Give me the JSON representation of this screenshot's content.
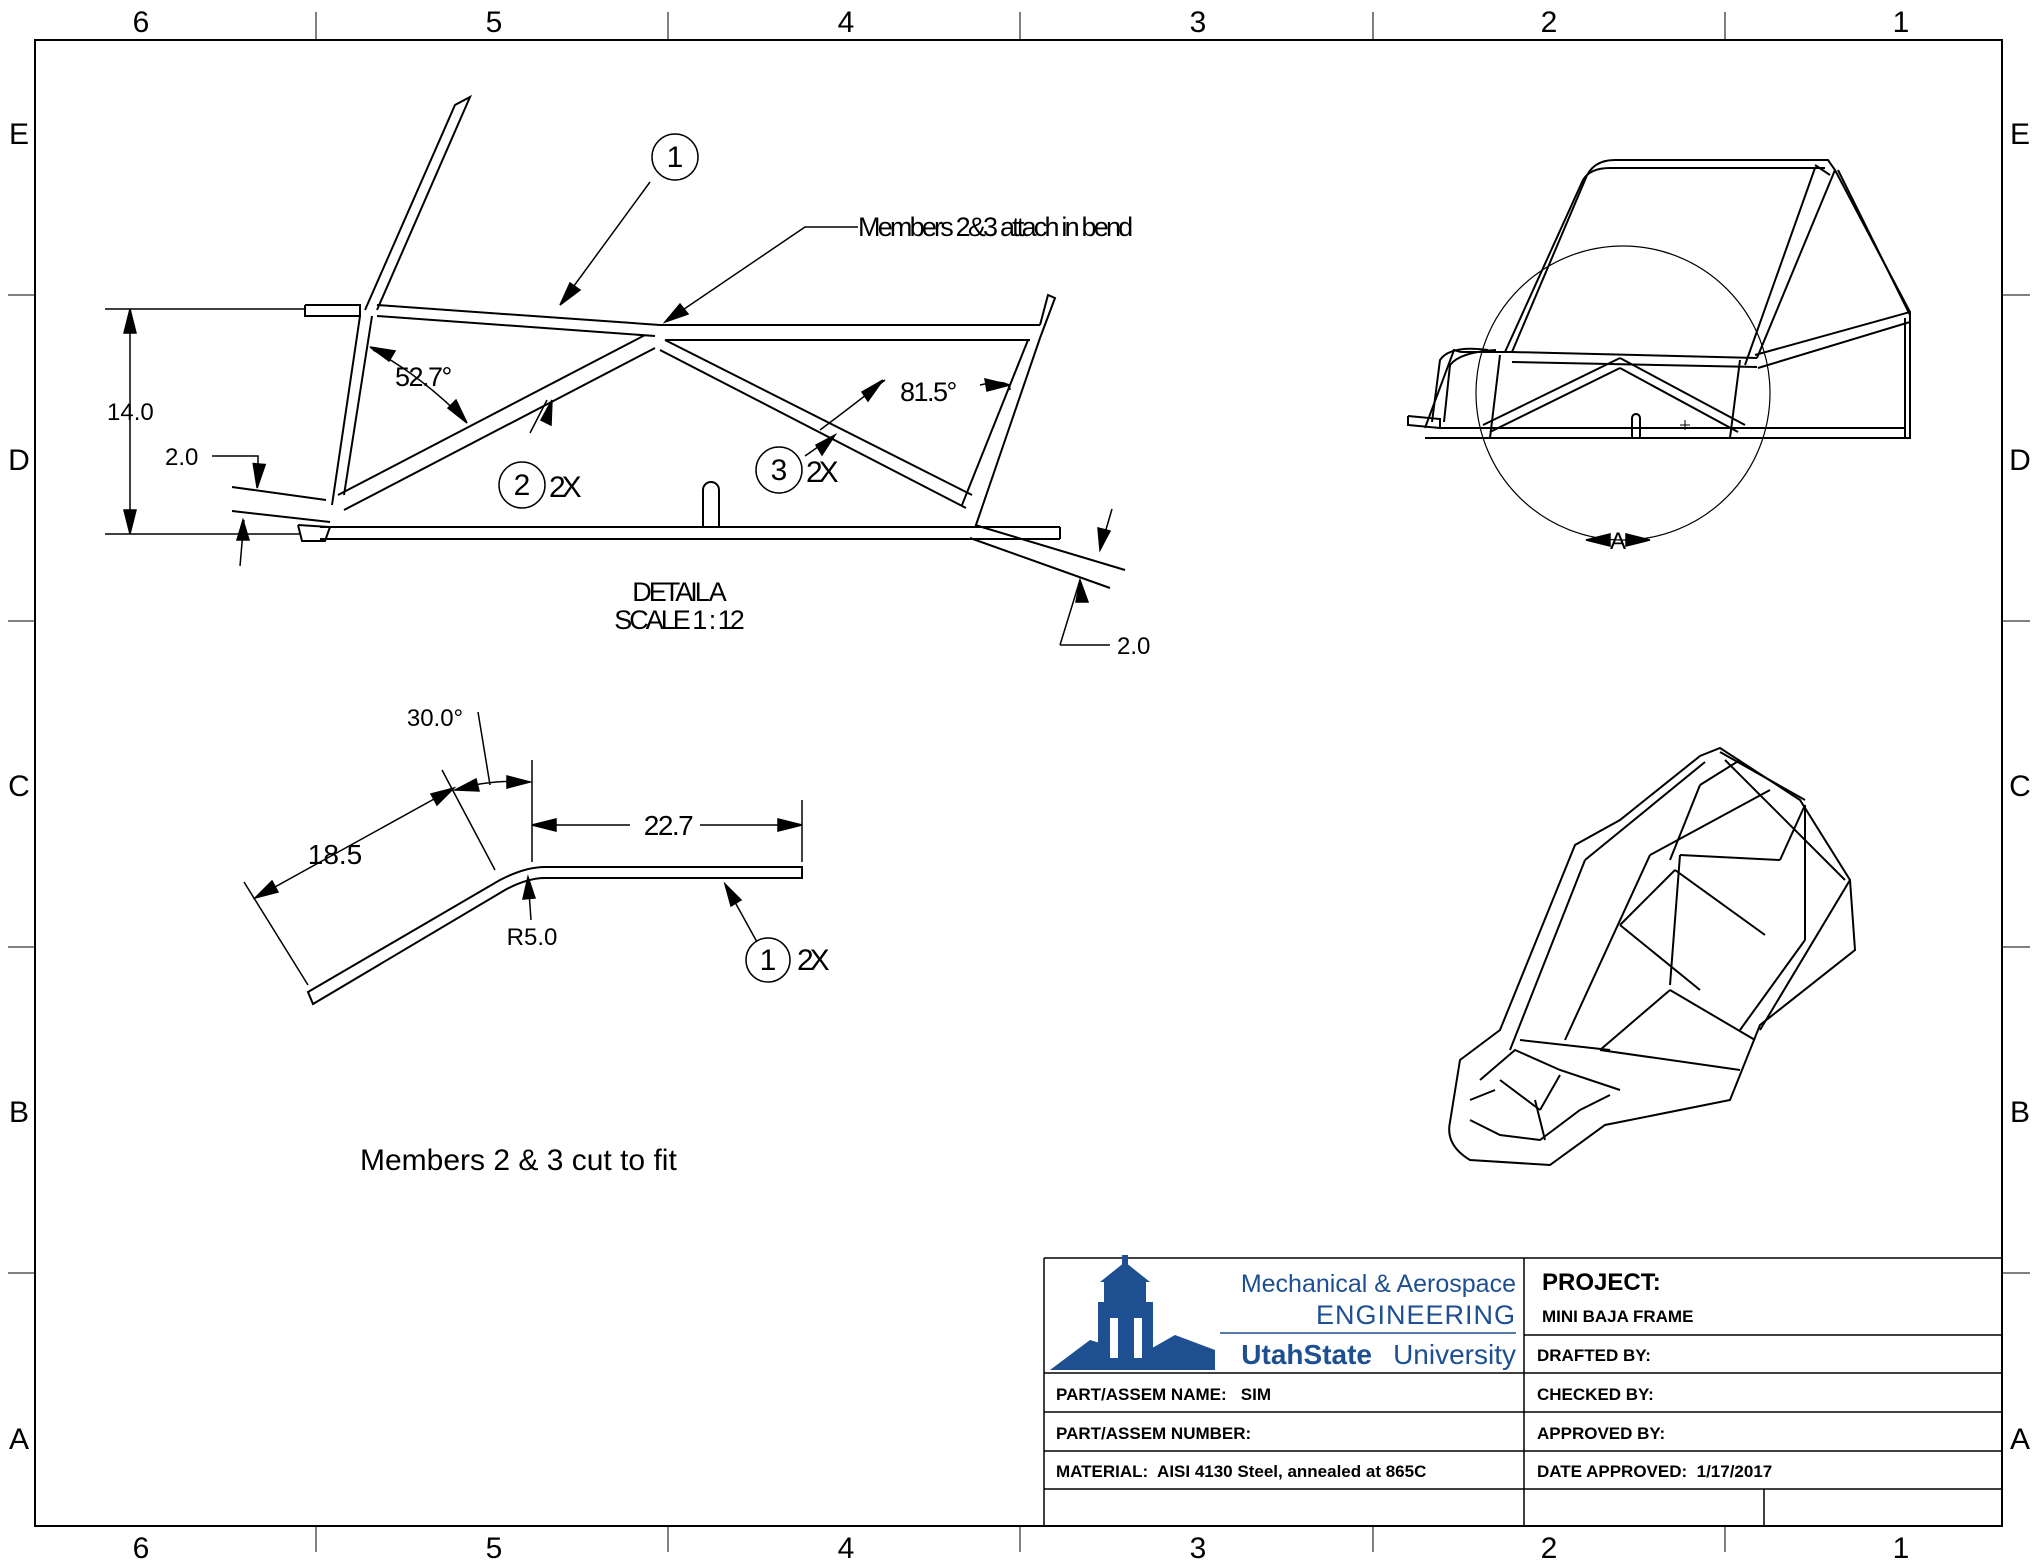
{
  "border": {
    "columns": [
      "6",
      "5",
      "4",
      "3",
      "2",
      "1"
    ],
    "rows": [
      "E",
      "D",
      "C",
      "B",
      "A"
    ]
  },
  "detail_view": {
    "callout_note": "Members 2&3 attach in bend",
    "title_line1": "DETAIL A",
    "title_line2": "SCALE 1 : 12",
    "dim_height": "14.0",
    "dim_left_offset": "2.0",
    "dim_right_offset": "2.0",
    "angle_left": "52.7°",
    "angle_right": "81.5°",
    "balloon_1": "1",
    "balloon_2": "2",
    "balloon_2_qty": "2X",
    "balloon_3": "3",
    "balloon_3_qty": "2X"
  },
  "bend_view": {
    "angle": "30.0°",
    "length_left": "18.5",
    "length_right": "22.7",
    "radius": "R5.0",
    "balloon": "1",
    "balloon_qty": "2X"
  },
  "side_view": {
    "detail_label": "A"
  },
  "note": "Members 2 & 3 cut to fit",
  "title_block": {
    "logo_line1": "Mechanical & Aerospace",
    "logo_line2": "ENGINEERING",
    "logo_line3_bold": "UtahState",
    "logo_line3_light": "University",
    "project_label": "PROJECT:",
    "project_value": "MINI BAJA FRAME",
    "drafted_by": "DRAFTED BY:",
    "checked_by": "CHECKED BY:",
    "approved_by": "APPROVED BY:",
    "date_approved": "DATE APPROVED:  1/17/2017",
    "part_name": "PART/ASSEM NAME:   SIM",
    "part_number": "PART/ASSEM NUMBER:",
    "material": "MATERIAL:  AISI 4130 Steel, annealed at 865C"
  },
  "colors": {
    "line": "#000000",
    "logo_blue": "#1d4f91"
  }
}
